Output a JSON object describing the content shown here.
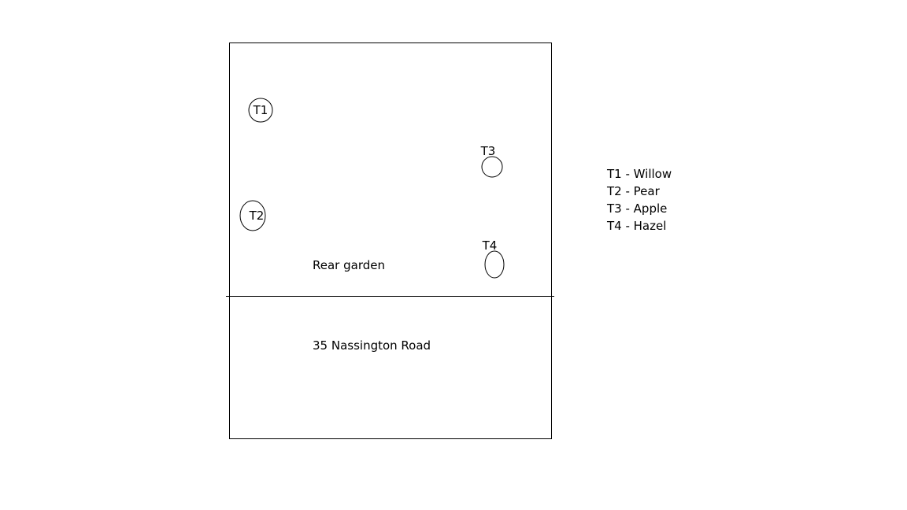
{
  "diagram": {
    "stroke_color": "#000000",
    "background_color": "#ffffff",
    "areas": {
      "garden_label": "Rear garden",
      "house_label": "35 Nassington Road"
    },
    "trees": [
      {
        "id": "T1",
        "label": "T1",
        "marker": "circle"
      },
      {
        "id": "T2",
        "label": "T2",
        "marker": "circle"
      },
      {
        "id": "T3",
        "label": "T3",
        "marker": "circle"
      },
      {
        "id": "T4",
        "label": "T4",
        "marker": "ellipse"
      }
    ],
    "legend": [
      "T1 - Willow",
      "T2 - Pear",
      "T3 - Apple",
      "T4 - Hazel"
    ]
  }
}
